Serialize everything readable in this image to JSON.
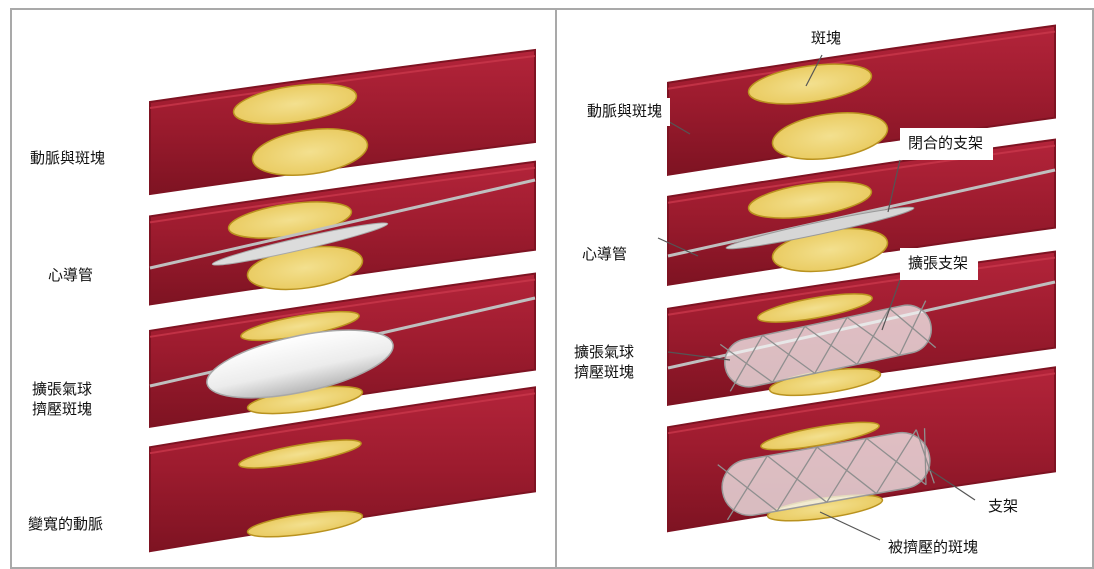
{
  "colors": {
    "artery_outer": "#7e1322",
    "artery_inner": "#b3243a",
    "artery_lumen": "#9c1b2e",
    "plaque": "#e8c85a",
    "plaque_center": "#f3e08f",
    "balloon": "#ececec",
    "stent": "#d8d8d8",
    "wire": "#bfbfbf"
  },
  "left_panel": {
    "labels": {
      "artery_with_plaque": "動脈與斑塊",
      "catheter": "心導管",
      "balloon_line1": "擴張氣球",
      "balloon_line2": "擠壓斑塊",
      "widened_artery": "變寬的動脈"
    }
  },
  "right_panel": {
    "labels": {
      "plaque": "斑塊",
      "artery_with_plaque": "動脈與斑塊",
      "closed_stent": "閉合的支架",
      "catheter": "心導管",
      "expanded_stent": "擴張支架",
      "balloon_line1": "擴張氣球",
      "balloon_line2": "擠壓斑塊",
      "stent": "支架",
      "compressed_plaque": "被擠壓的斑塊"
    }
  }
}
